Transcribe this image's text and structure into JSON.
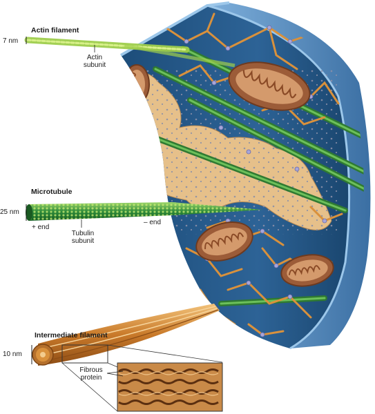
{
  "labels": {
    "actin_title": "Actin filament",
    "actin_size": "7 nm",
    "actin_subunit_line1": "Actin",
    "actin_subunit_line2": "subunit",
    "microtubule_title": "Microtubule",
    "microtubule_size": "25 nm",
    "plus_end": "+ end",
    "minus_end": "– end",
    "tubulin_line1": "Tubulin",
    "tubulin_line2": "subunit",
    "intermediate_title": "Intermediate filament",
    "intermediate_size": "10 nm",
    "fibrous_line1": "Fibrous",
    "fibrous_line2": "protein"
  },
  "colors": {
    "membrane_blue": "#4a7fb5",
    "cytoplasm_dark": "#143e66",
    "er_tan": "#e3bd86",
    "mito_brown": "#9c5c38",
    "actin_green": "#9fce4c",
    "microtubule_green": "#2f8a3a",
    "intermediate_orange": "#d9913c"
  }
}
